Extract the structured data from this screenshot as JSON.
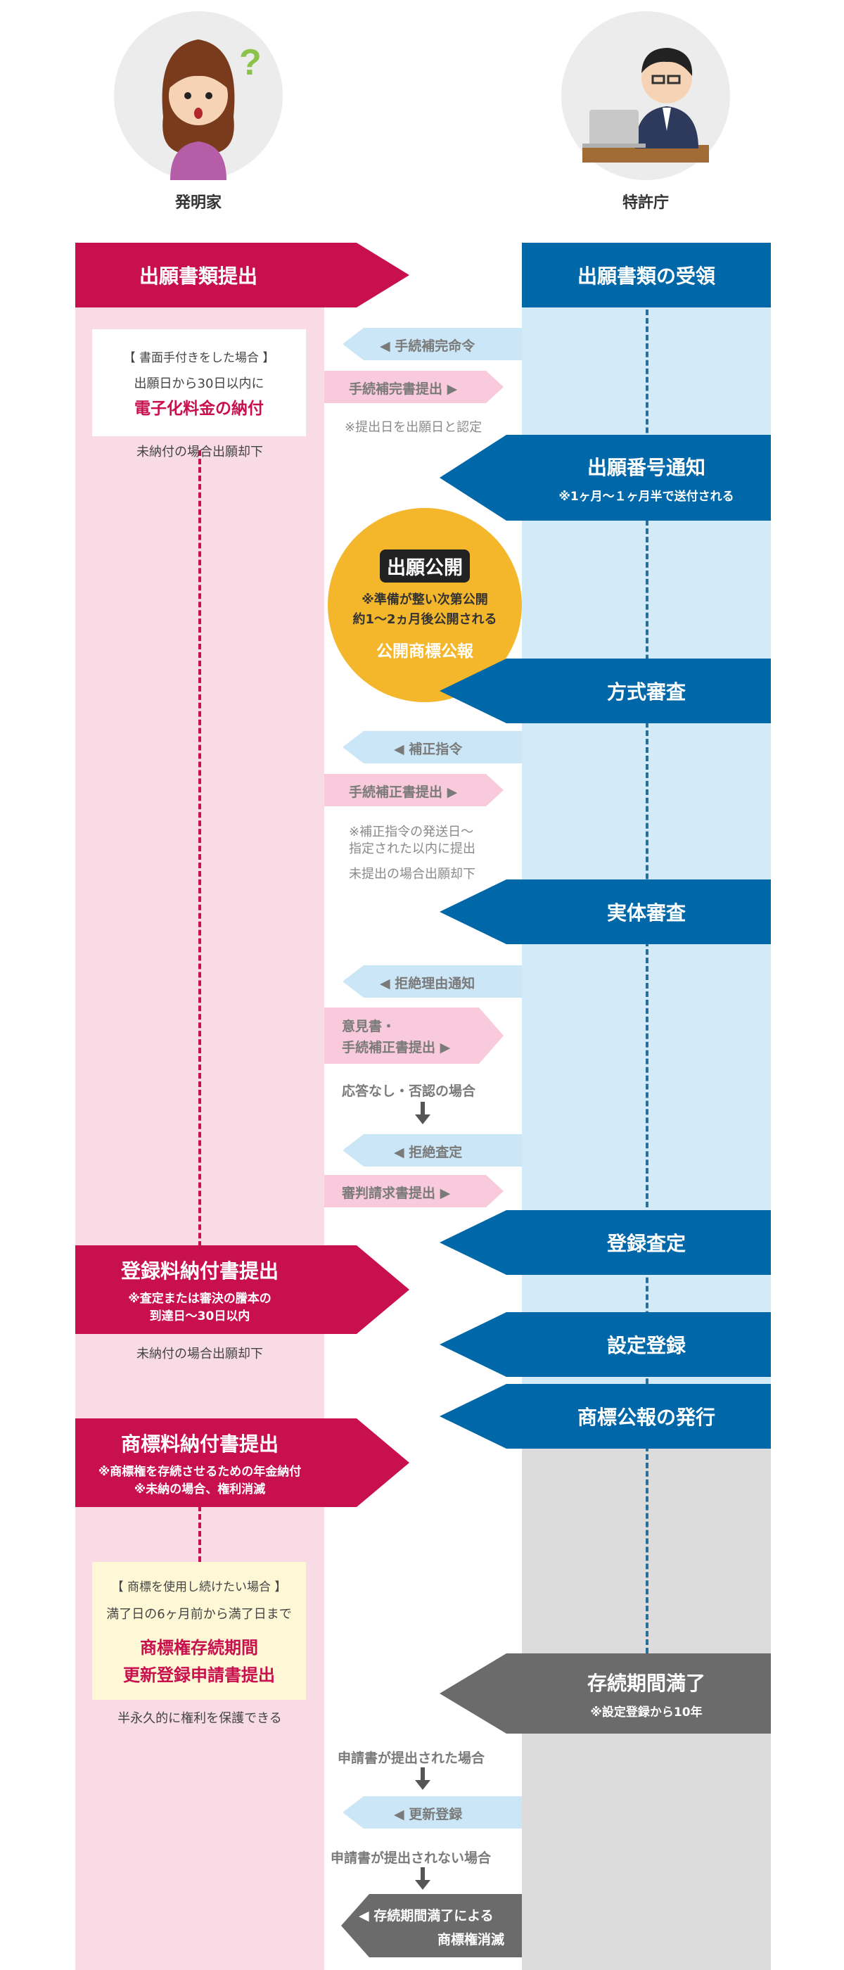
{
  "actors": {
    "left": "発明家",
    "right": "特許庁"
  },
  "colors": {
    "crimson": "#c8104f",
    "blue": "#0068a8",
    "gray_dark": "#6b6b6b",
    "yellow": "#f4b72c",
    "pink_lane": "#f9dbe6",
    "blue_lane": "#d3eaf8"
  },
  "steps": {
    "submit_docs": "出願書類提出",
    "receive_docs": "出願書類の受領",
    "paper_box": {
      "header": "【 書面手付きをした場合 】",
      "line1": "出願日から30日以内に",
      "highlight": "電子化料金の納付",
      "below": "未納付の場合出願却下"
    },
    "proc_order": "手続補完命令",
    "proc_submit": "手続補完書提出",
    "proc_note": "※提出日を出願日と認定",
    "app_number": {
      "title": "出願番号通知",
      "sub": "※1ヶ月～１ヶ月半で送付される"
    },
    "publication": {
      "badge": "出願公開",
      "line1": "※準備が整い次第公開",
      "line2": "約1～2ヵ月後公開される",
      "footer": "公開商標公報"
    },
    "formal_exam": "方式審査",
    "amend_order": "補正指令",
    "amend_submit": "手続補正書提出",
    "amend_note1": "※補正指令の発送日～",
    "amend_note2": "指定された以内に提出",
    "amend_note3": "未提出の場合出願却下",
    "substantive_exam": "実体審査",
    "refusal_reason": "拒絶理由通知",
    "opinion_line1": "意見書・",
    "opinion_line2": "手続補正書提出",
    "no_response": "応答なし・否認の場合",
    "refusal_decision": "拒絶査定",
    "appeal": "審判請求書提出",
    "registration_decision": "登録査定",
    "reg_fee": {
      "title": "登録料納付書提出",
      "sub1": "※査定または審決の謄本の",
      "sub2": "到達日～30日以内",
      "below": "未納付の場合出願却下"
    },
    "set_registration": "設定登録",
    "gazette": "商標公報の発行",
    "tm_fee": {
      "title": "商標料納付書提出",
      "sub1": "※商標権を存続させるための年金納付",
      "sub2": "※未納の場合、権利消滅"
    },
    "renew_box": {
      "header": "【 商標を使用し続けたい場合 】",
      "line1": "満了日の6ヶ月前から満了日まで",
      "hl1": "商標権存続期間",
      "hl2": "更新登録申請書提出",
      "below": "半永久的に権利を保護できる"
    },
    "expiry": {
      "title": "存続期間満了",
      "sub": "※設定登録から10年"
    },
    "if_submitted": "申請書が提出された場合",
    "renewal": "更新登録",
    "if_not_submitted": "申請書が提出されない場合",
    "extinct1": "存続期間満了による",
    "extinct2": "商標権消滅"
  }
}
